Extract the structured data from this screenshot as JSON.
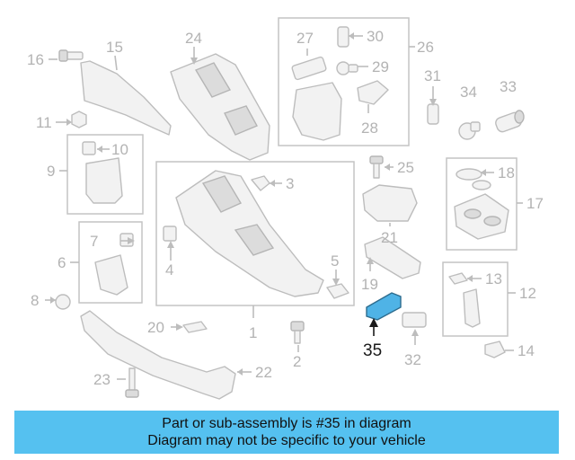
{
  "diagram": {
    "callouts": [
      "1",
      "2",
      "3",
      "4",
      "5",
      "6",
      "7",
      "8",
      "9",
      "10",
      "11",
      "12",
      "13",
      "14",
      "15",
      "16",
      "17",
      "18",
      "19",
      "20",
      "21",
      "22",
      "23",
      "24",
      "25",
      "26",
      "27",
      "28",
      "29",
      "30",
      "31",
      "32",
      "33",
      "34",
      "35"
    ],
    "highlighted_callout": "35",
    "highlight_color": "#4fb3e6"
  },
  "banner": {
    "line1": "Part or sub-assembly is #35 in diagram",
    "line2": "Diagram may not be specific to your vehicle",
    "background": "#55c1f0"
  }
}
